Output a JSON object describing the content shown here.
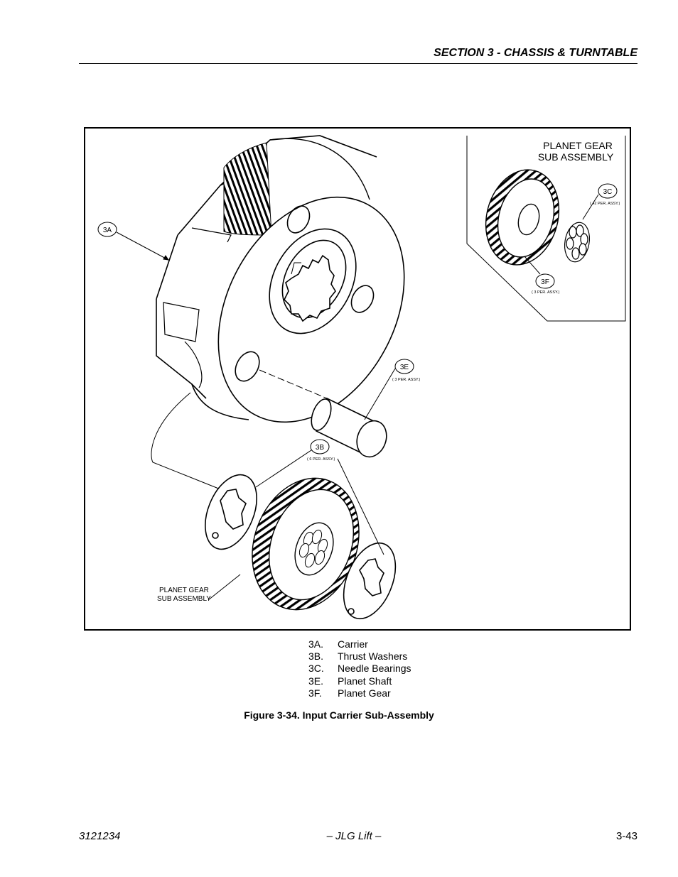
{
  "header": {
    "section_title": "SECTION 3 - CHASSIS & TURNTABLE"
  },
  "figure": {
    "callouts": {
      "carrier": "3A",
      "thrust_washers": "3B",
      "needle_bearings": "3C",
      "planet_shaft": "3E",
      "planet_gear": "3F"
    },
    "qty_notes": {
      "needle_bearings": "( 42 PER. ASSY.)",
      "planet_shaft": "( 3 PER. ASSY.)",
      "thrust_washers": "( 6 PER. ASSY.)",
      "planet_gear": "( 3 PER. ASSY.)"
    },
    "inset_title_line1": "PLANET GEAR",
    "inset_title_line2": "SUB ASSEMBLY",
    "bottom_label_line1": "PLANET GEAR",
    "bottom_label_line2": "SUB ASSEMBLY"
  },
  "legend": [
    {
      "code": "3A.",
      "label": "Carrier"
    },
    {
      "code": "3B.",
      "label": "Thrust Washers"
    },
    {
      "code": "3C.",
      "label": "Needle Bearings"
    },
    {
      "code": "3E.",
      "label": "Planet Shaft"
    },
    {
      "code": "3F.",
      "label": "Planet Gear"
    }
  ],
  "caption": "Figure 3-34.  Input Carrier Sub-Assembly",
  "footer": {
    "doc_number": "3121234",
    "center": "– JLG Lift –",
    "page": "3-43"
  }
}
